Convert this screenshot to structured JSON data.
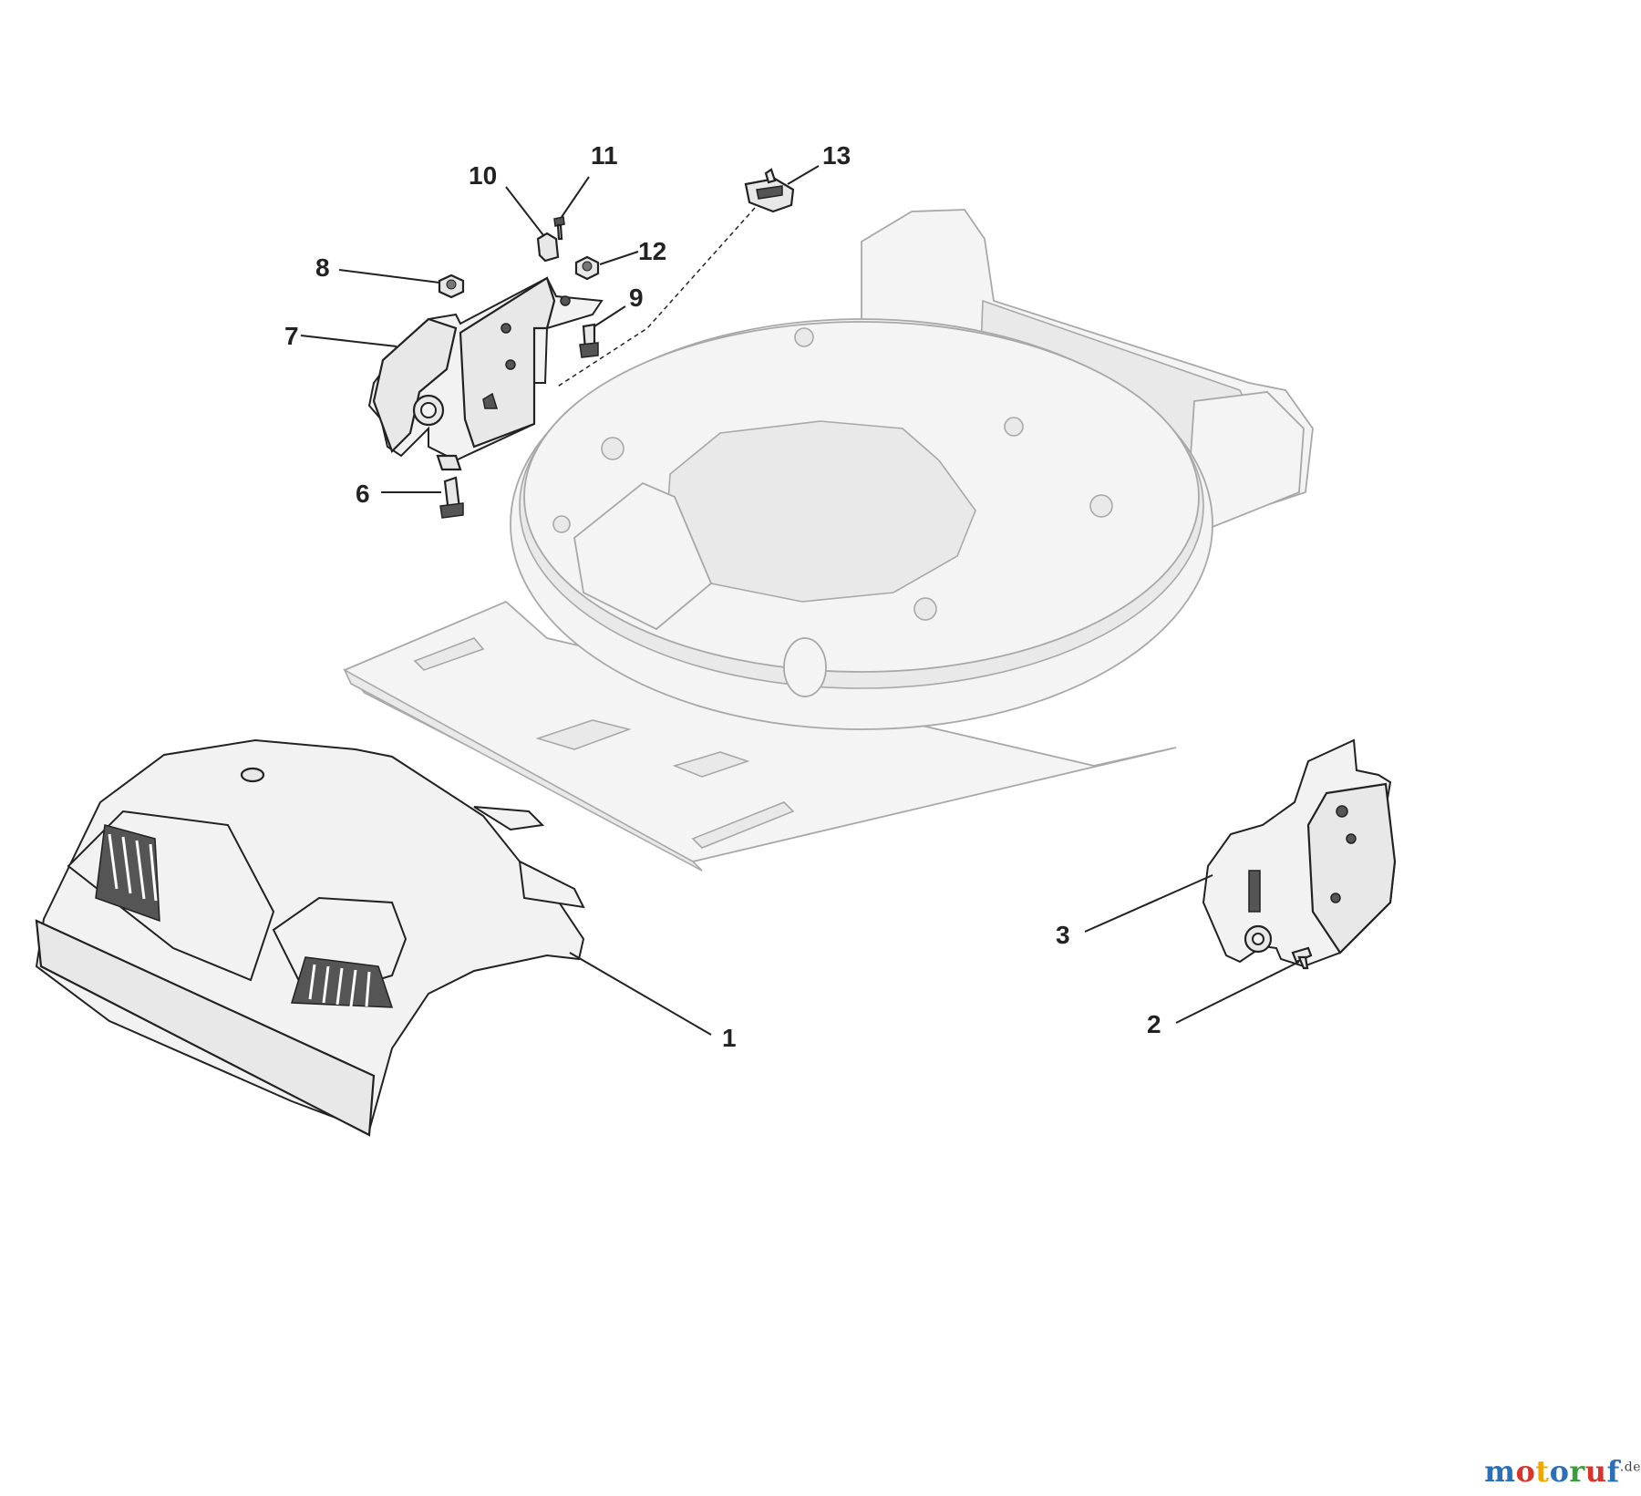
{
  "callouts": {
    "c1": "1",
    "c2": "2",
    "c3": "3",
    "c6": "6",
    "c7": "7",
    "c8": "8",
    "c9": "9",
    "c10": "10",
    "c11": "11",
    "c12": "12",
    "c13": "13"
  },
  "watermark": {
    "brand_letters": [
      "m",
      "o",
      "t",
      "o",
      "r",
      "u",
      "f"
    ],
    "letter_colors": [
      "#2d6fb7",
      "#d9342b",
      "#f0a800",
      "#2d6fb7",
      "#3a9c3a",
      "#d9342b",
      "#2d6fb7"
    ],
    "suffix": ".de"
  }
}
